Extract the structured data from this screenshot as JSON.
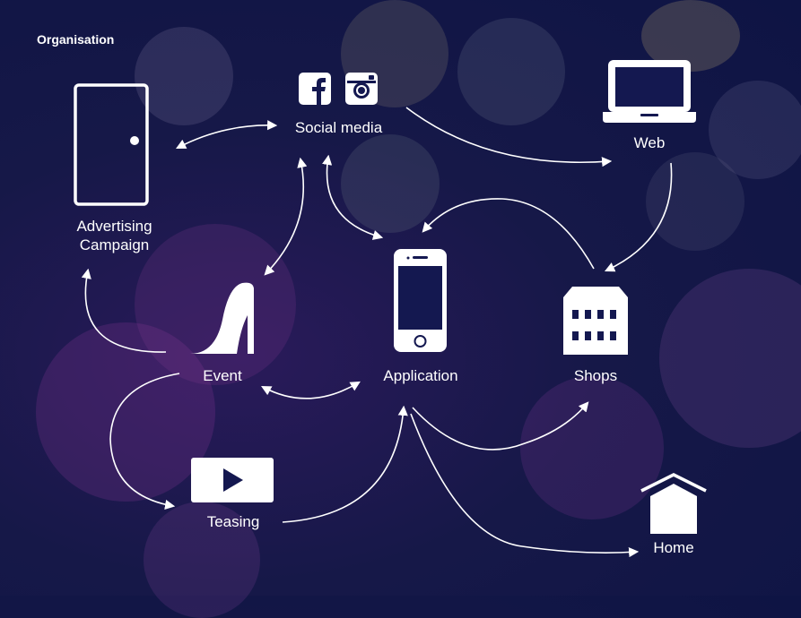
{
  "header": {
    "title": "Organisation"
  },
  "nodes": {
    "advertising": {
      "label_line1": "Advertising",
      "label_line2": "Campaign",
      "icon": "door-icon"
    },
    "social": {
      "label": "Social media",
      "icons": [
        "facebook-icon",
        "instagram-icon"
      ]
    },
    "web": {
      "label": "Web",
      "icon": "laptop-icon"
    },
    "event": {
      "label": "Event",
      "icon": "high-heel-icon"
    },
    "application": {
      "label": "Application",
      "icon": "smartphone-icon"
    },
    "shops": {
      "label": "Shops",
      "icon": "building-icon"
    },
    "teasing": {
      "label": "Teasing",
      "icon": "play-button-icon"
    },
    "home": {
      "label": "Home",
      "icon": "house-icon"
    }
  },
  "colors": {
    "background": "#121650",
    "foreground": "#ffffff"
  }
}
